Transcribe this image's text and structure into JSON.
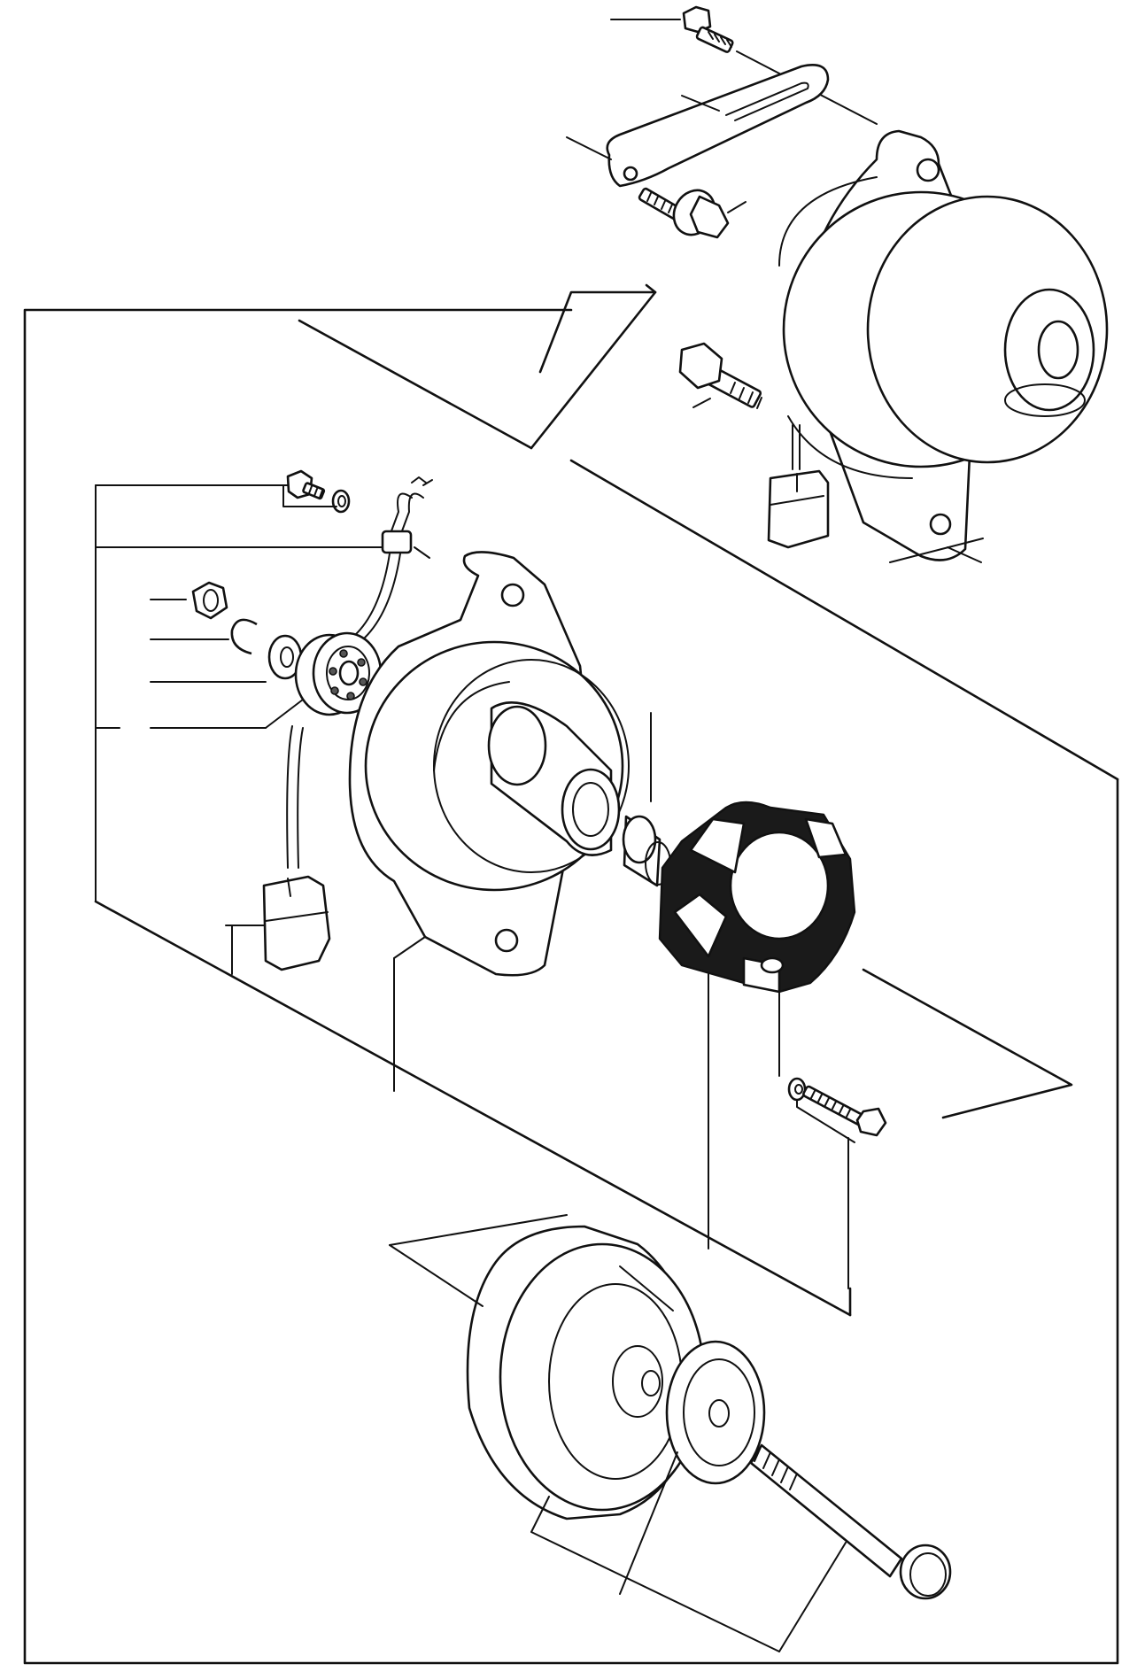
{
  "figure": {
    "type": "exploded-parts-diagram",
    "subject": "alternator",
    "printed_text": [],
    "colors": {
      "ink": "#111111",
      "paper": "#ffffff"
    }
  },
  "parts": [
    {
      "name": "bolt-top"
    },
    {
      "name": "adjusting-bracket"
    },
    {
      "name": "bracket-bolt"
    },
    {
      "name": "alternator-assembly"
    },
    {
      "name": "mounting-bolt"
    },
    {
      "name": "connector-plug"
    },
    {
      "name": "screw"
    },
    {
      "name": "lock-washer"
    },
    {
      "name": "wire-harness"
    },
    {
      "name": "nut"
    },
    {
      "name": "spring-washer"
    },
    {
      "name": "flat-washer"
    },
    {
      "name": "bearing"
    },
    {
      "name": "front-housing"
    },
    {
      "name": "spacer-sleeve"
    },
    {
      "name": "stator"
    },
    {
      "name": "washer-small"
    },
    {
      "name": "long-screw"
    },
    {
      "name": "pulley"
    },
    {
      "name": "pulley-washer"
    },
    {
      "name": "pulley-bolt"
    }
  ]
}
